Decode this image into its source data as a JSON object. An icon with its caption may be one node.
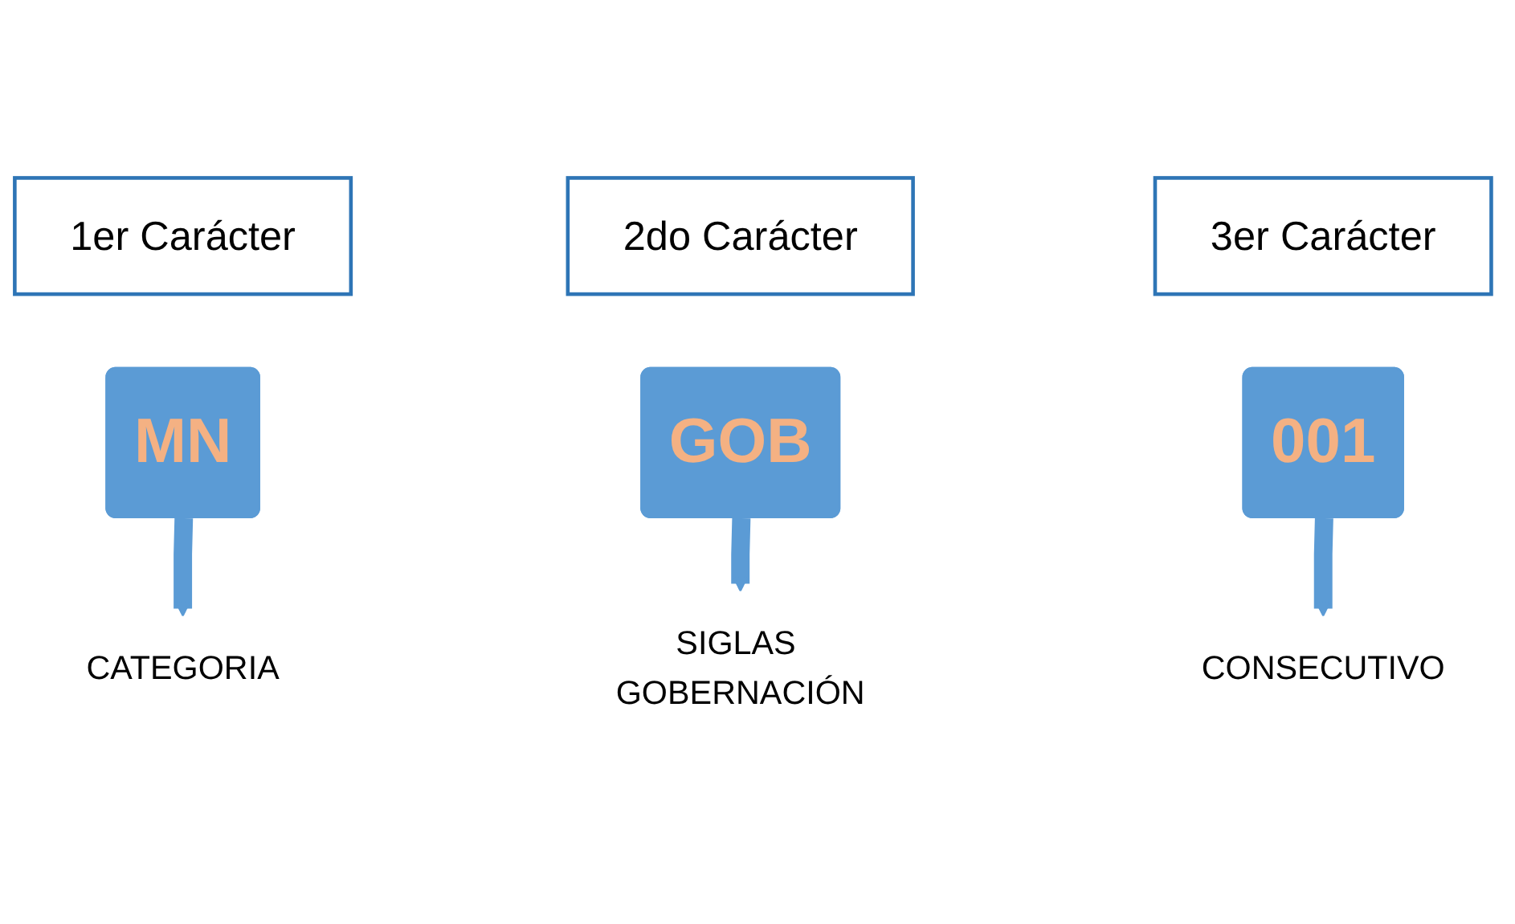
{
  "diagram": {
    "nodes": [
      {
        "text": [
          "1er Carácter"
        ]
      },
      {
        "text": [
          "MN"
        ]
      },
      {
        "text": [
          "CATEGORIA"
        ]
      },
      {
        "text": [
          "2do Carácter"
        ]
      },
      {
        "text": [
          "GOB"
        ]
      },
      {
        "text": [
          "SIGLAS GOBERNACIÓN"
        ]
      },
      {
        "text": [
          "3er Carácter"
        ]
      },
      {
        "text": [
          "001"
        ]
      },
      {
        "text": [
          "CONSECUTIVO"
        ]
      }
    ],
    "edges": [
      {
        "from": 1,
        "to": 2,
        "arrow": "to"
      },
      {
        "from": 4,
        "to": 5,
        "arrow": "to"
      },
      {
        "from": 7,
        "to": 8,
        "arrow": "to"
      }
    ]
  }
}
